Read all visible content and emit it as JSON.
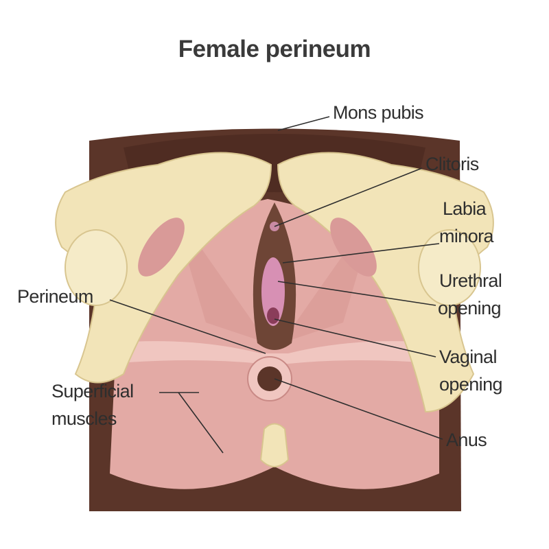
{
  "title": "Female perineum",
  "labels": {
    "mons_pubis": "Mons pubis",
    "clitoris": "Clitoris",
    "labia_minora_1": "Labia",
    "labia_minora_2": "minora",
    "urethral_1": "Urethral",
    "urethral_2": "opening",
    "vaginal_1": "Vaginal",
    "vaginal_2": "opening",
    "anus": "Anus",
    "perineum": "Perineum",
    "superficial_1": "Superficial",
    "superficial_2": "muscles"
  },
  "colors": {
    "skin": "#5b3529",
    "bone": "#f2e4b8",
    "muscle": "#e3aaa5",
    "tissue": "#6e4536",
    "mucosa": "#d790b4"
  }
}
